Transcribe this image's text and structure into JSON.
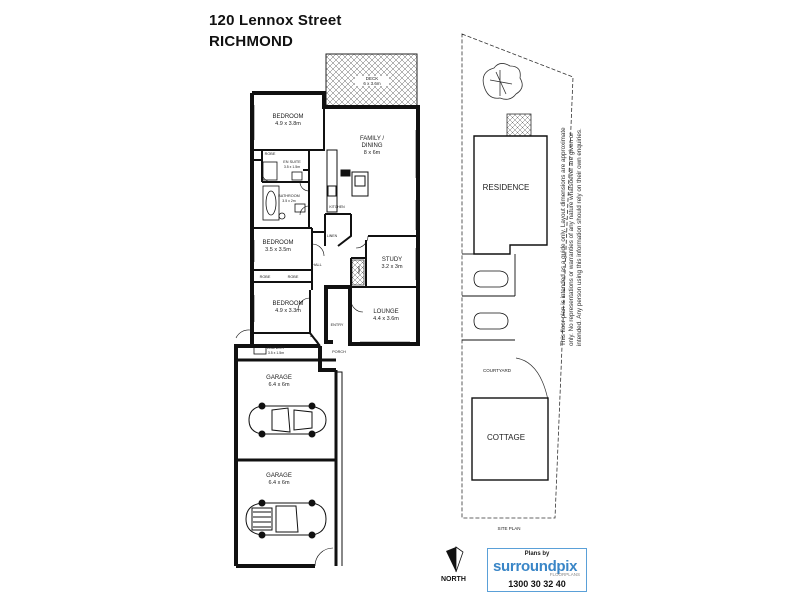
{
  "header": {
    "address_line1": "120 Lennox Street",
    "address_line2": "RICHMOND"
  },
  "rooms": {
    "deck": {
      "name": "DECK",
      "size": "6 x 3.6m"
    },
    "bedroom1": {
      "name": "BEDROOM",
      "size": "4.9 x 3.8m"
    },
    "family": {
      "name_line1": "FAMILY /",
      "name_line2": "DINING",
      "size": "8 x 6m"
    },
    "robe": "ROBE",
    "ensuite": {
      "name": "EN SUITE",
      "size": "3.5 x 1.5m"
    },
    "bathroom": {
      "name": "BATHROOM",
      "size": "3.5 x 2m"
    },
    "kitchen": "KITCHEN",
    "linen": "LINEN",
    "bedroom2": {
      "name": "BEDROOM",
      "size": "3.5 x 3.5m"
    },
    "study": {
      "name": "STUDY",
      "size": "3.2 x 3m"
    },
    "robe2": "ROBE",
    "robe3": "ROBE",
    "hall": "HALL",
    "robe4": "ROBE",
    "bedroom3": {
      "name": "BEDROOM",
      "size": "4.9 x 3.3m"
    },
    "lounge": {
      "name": "LOUNGE",
      "size": "4.4 x 3.6m"
    },
    "entry": "ENTRY",
    "laundry": {
      "name": "LAUNDRY",
      "size": "3.5 x 1.5m"
    },
    "porch": "PORCH",
    "garage1": {
      "name": "GARAGE",
      "size": "6.4 x 6m"
    },
    "garage2": {
      "name": "GARAGE",
      "size": "6.4 x 6m"
    }
  },
  "site_plan": {
    "residence": "RESIDENCE",
    "courtyard": "COURTYARD",
    "cottage": "COTTAGE",
    "label": "SITE PLAN"
  },
  "north_label": "NORTH",
  "logo": {
    "plans_by": "Plans by",
    "brand": "surroundpix",
    "tagline": "FLOORPLANS",
    "phone": "1300 30 32 40"
  },
  "disclaimer": "This floor plan is intended as a guide only. Layout dimensions are approximate only. No representations or warranties of any nature whatsoever are given or intended. Any person using this information should rely on their own enquiries."
}
